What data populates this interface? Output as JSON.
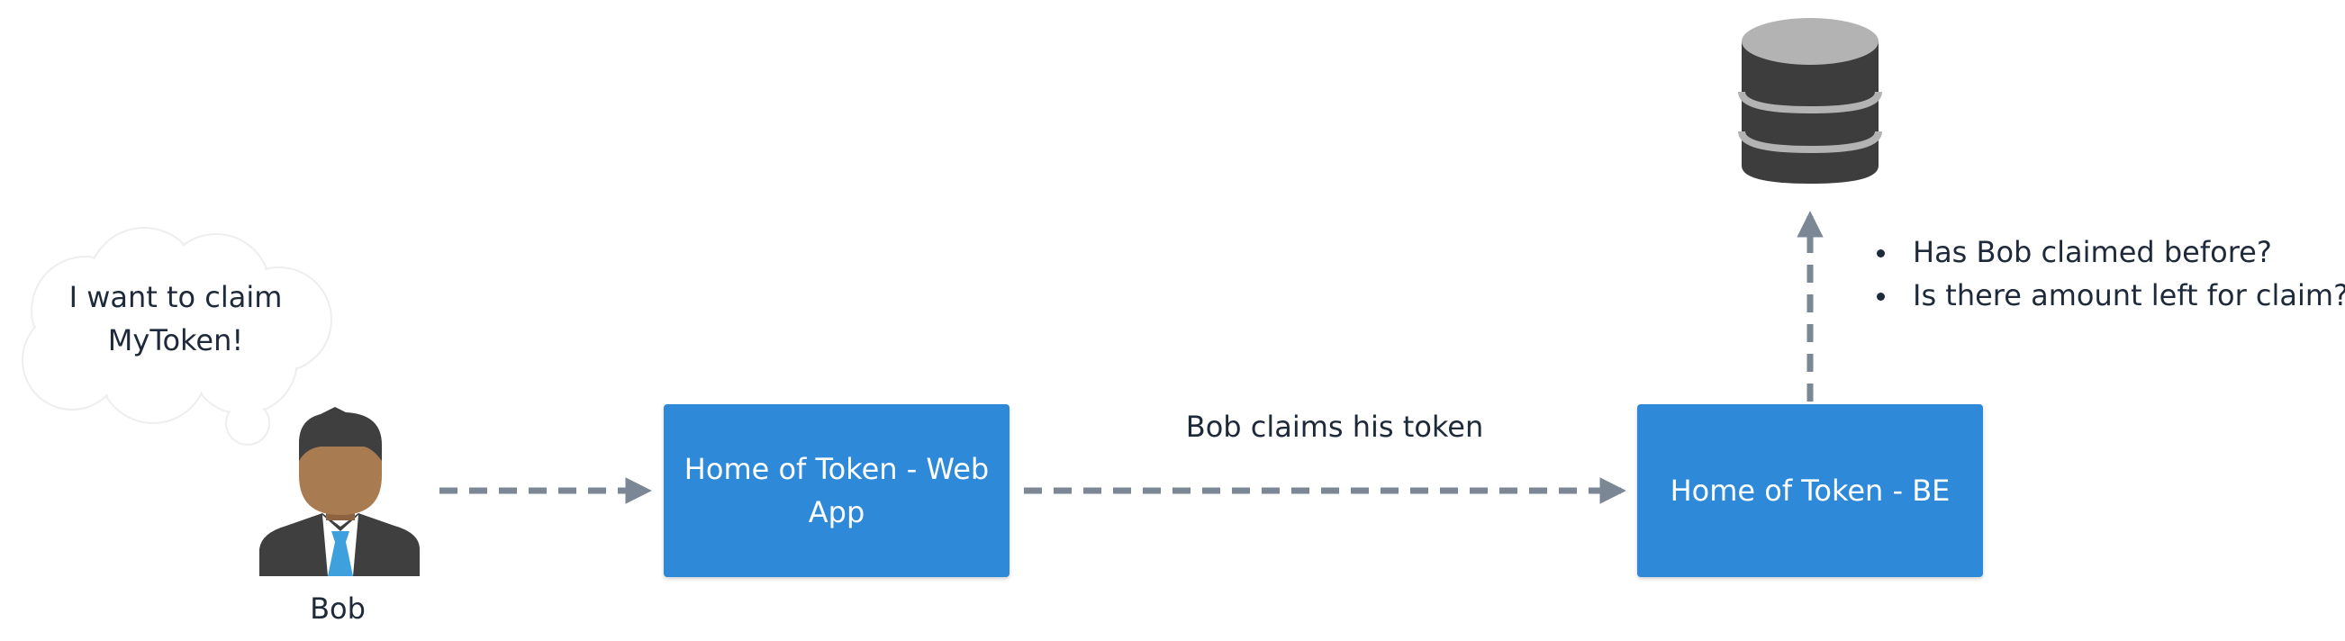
{
  "nodes": {
    "user": {
      "label": "Bob",
      "icon": "businessman-icon",
      "thought": "I want to claim MyToken!"
    },
    "webapp": {
      "label": "Home of Token - Web App"
    },
    "backend": {
      "label": "Home of Token - BE"
    },
    "database": {
      "icon": "database-icon"
    }
  },
  "edges": {
    "user_to_webapp": {
      "label": ""
    },
    "webapp_to_backend": {
      "label": "Bob claims his token"
    },
    "backend_to_database": {
      "notes": [
        "Has Bob claimed before?",
        "Is there amount left for claim?"
      ]
    }
  },
  "colors": {
    "box": "#2e8ad8",
    "arrow": "#7b8794",
    "db_body": "#3d3d3d",
    "db_top": "#b3b3b3",
    "skin": "#a87b50",
    "suit": "#3f3f3f",
    "tie": "#3ea0dc",
    "text": "#1e2a3a"
  }
}
